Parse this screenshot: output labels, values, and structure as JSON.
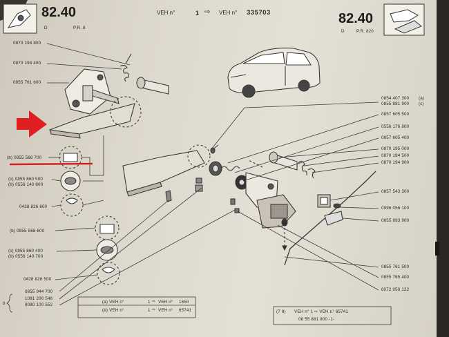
{
  "header": {
    "page_number_left": "82.40",
    "page_number_right": "82.40",
    "sub_left": "D",
    "sub_left_code": "P.R. 8",
    "sub_right": "D",
    "sub_right_code": "P.R. 820",
    "veh_label_1": "VEH n°",
    "veh_value_1": "1",
    "veh_arrow": "⇨",
    "veh_label_2": "VEH n°",
    "veh_value_2": "335703"
  },
  "left_refs": [
    "0870 194 800",
    "0870 194 400",
    "0855 761 600",
    "(b) 0855 568 700",
    "(c) 0855 860 500",
    "(b) 0556 140 800",
    "0428 826 600",
    "(b) 0855 568 600",
    "(c) 0855 860 400",
    "(b) 0556 140 700",
    "0428 826 500",
    "0855 944 700",
    "1081 200 546",
    "8080 100 552"
  ],
  "left_brace_letter": "b",
  "right_refs": [
    "0854 407 300",
    "0855 881 900",
    "0857 605 500",
    "0556 176 800",
    "0857 605 400",
    "0870 195 000",
    "0870 194 500",
    "0870 194 900",
    "0857 543 300",
    "0996 056 100",
    "0855 893 900",
    "0855 761 500",
    "0855 765 400",
    "8072 050 122"
  ],
  "right_ref_suffix_1": "(a)",
  "right_ref_suffix_2": "(c)",
  "footer_left": {
    "row1_label": "(a) VEH n°",
    "row1_from": "1",
    "row1_arrow": "⇨",
    "row1_to": "VEH n°",
    "row1_value": "1650",
    "row2_label": "(b) VEH n°",
    "row2_from": "1",
    "row2_arrow": "⇨",
    "row2_to": "VEH n°",
    "row2_value": "65741"
  },
  "footer_right": {
    "label": "(7 8)",
    "text": "VEH n° 1 ⇨ VEH n° 65741",
    "sub": "08 55 881 800 -1-"
  },
  "colors": {
    "paper": "#ddd8cd",
    "ink": "#2a2826",
    "marker_red": "#e02020",
    "underline_red": "#d42020"
  }
}
